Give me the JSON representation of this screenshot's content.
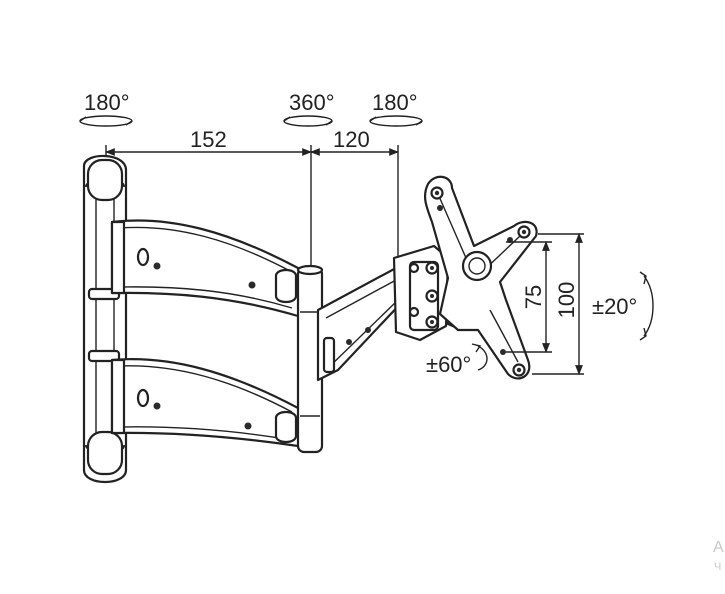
{
  "rotations": {
    "left": "180°",
    "middle": "360°",
    "right": "180°"
  },
  "dimensions": {
    "first_arm": "152",
    "second_arm": "120",
    "vesa_inner": "75",
    "vesa_outer": "100"
  },
  "tilt": "±20°",
  "swivel": "±60°",
  "watermark": {
    "line1": "A",
    "line2": "Ч"
  }
}
